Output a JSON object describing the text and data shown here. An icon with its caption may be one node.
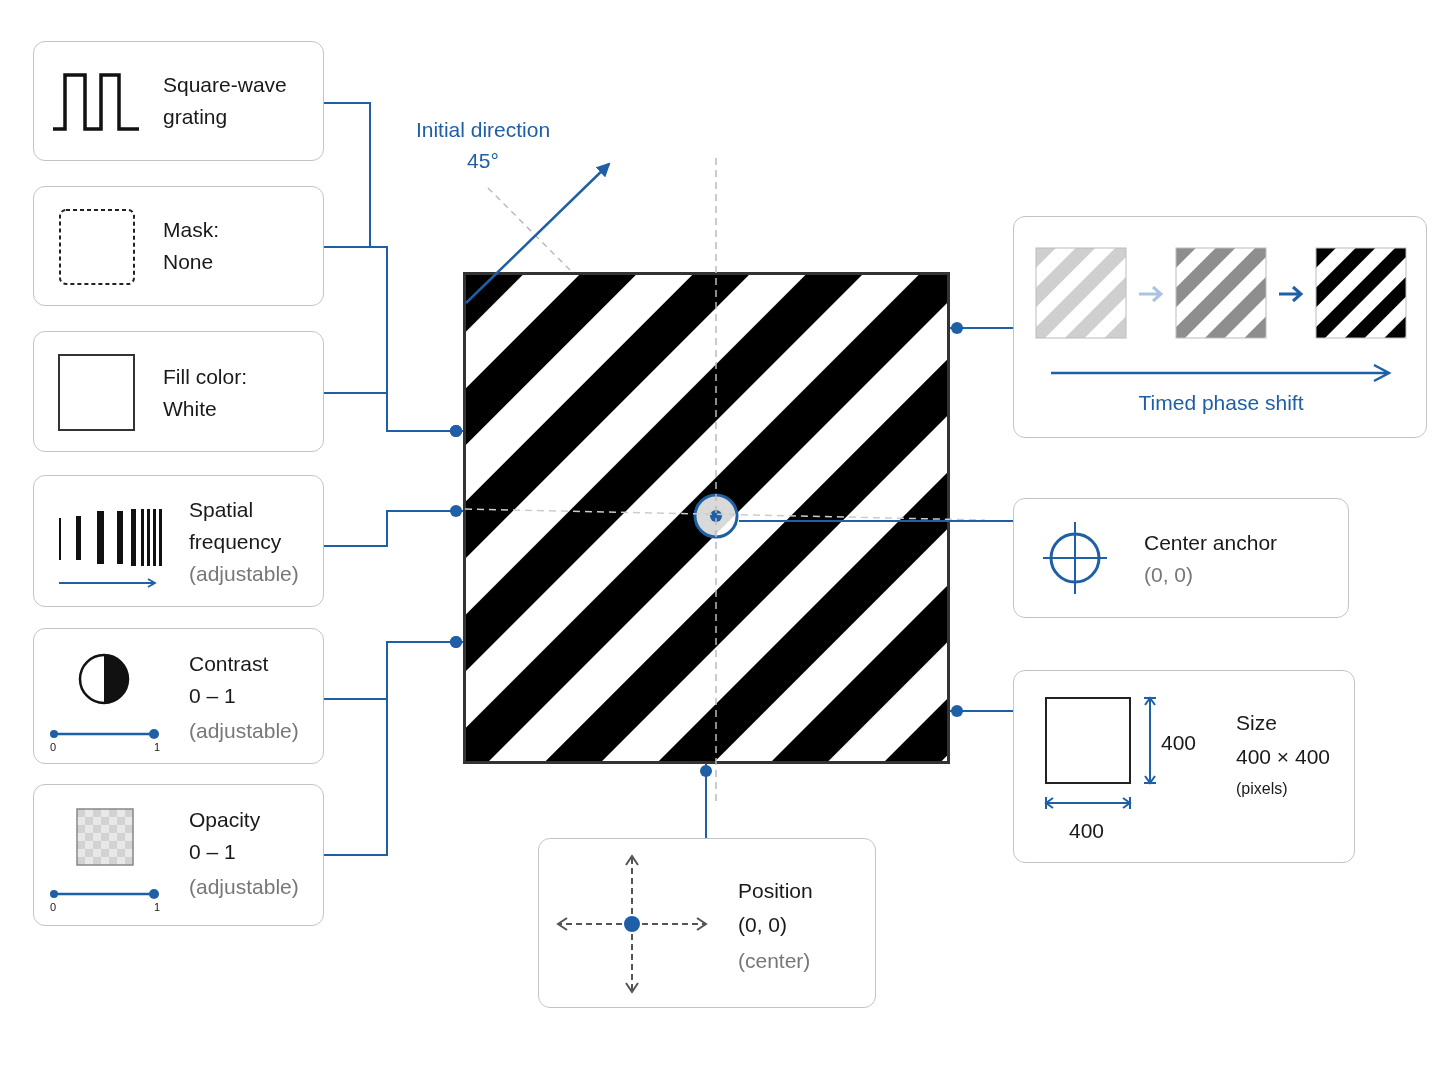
{
  "diagram": {
    "nodes": [
      {
        "text": [
          "Square-wave grating"
        ]
      },
      {
        "text": [
          "Mask: None"
        ]
      },
      {
        "text": [
          "Fill color: White"
        ]
      },
      {
        "text": [
          "Spatial frequency",
          "(adjustable)"
        ]
      },
      {
        "text": [
          "Contrast",
          "0 – 1",
          "(adjustable)",
          "0",
          "1"
        ]
      },
      {
        "text": [
          "Opacity",
          "0 – 1",
          "(adjustable)",
          "0",
          "1"
        ]
      },
      {
        "text": [],
        "shape": "picture"
      },
      {
        "text": [],
        "shape": "circle",
        "in": 6
      },
      {
        "text": [
          "Timed phase shift"
        ]
      },
      {
        "text": [
          "Center anchor",
          "(0, 0)"
        ]
      },
      {
        "text": [
          "Size",
          "400 × 400",
          "(pixels)",
          "400",
          "400"
        ]
      },
      {
        "text": [
          "Position",
          "(0, 0)",
          "(center)"
        ]
      }
    ],
    "edges": [
      {
        "from": 0,
        "to": 6,
        "arrow": "other"
      },
      {
        "from": 1,
        "to": 6,
        "arrow": "other"
      },
      {
        "from": 2,
        "to": 6,
        "arrow": "other"
      },
      {
        "from": 3,
        "to": 6,
        "arrow": "other"
      },
      {
        "from": 4,
        "to": 6,
        "arrow": "other"
      },
      {
        "from": 5,
        "to": 6,
        "arrow": "other"
      },
      {
        "from": 8,
        "to": 6,
        "arrow": "other"
      },
      {
        "from": 9,
        "to": 7,
        "arrow": "none"
      },
      {
        "from": 10,
        "to": 6,
        "arrow": "other"
      },
      {
        "from": 11,
        "to": 6,
        "arrow": "other"
      }
    ],
    "labels": [
      "Initial direction 45°"
    ]
  }
}
